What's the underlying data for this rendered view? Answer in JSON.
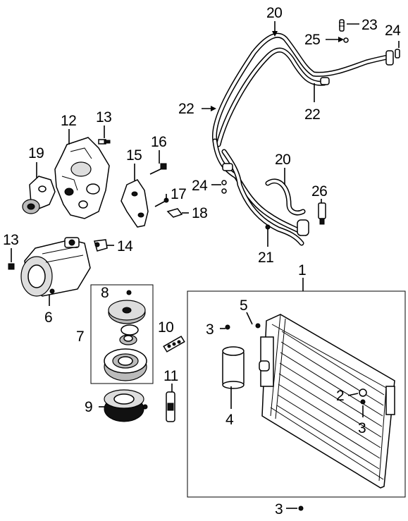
{
  "diagram": {
    "callouts": {
      "c1": "1",
      "c2": "2",
      "c3a": "3",
      "c3b": "3",
      "c3c": "3",
      "c4": "4",
      "c5": "5",
      "c6": "6",
      "c7": "7",
      "c8": "8",
      "c9": "9",
      "c10": "10",
      "c11": "11",
      "c12": "12",
      "c13a": "13",
      "c13b": "13",
      "c14": "14",
      "c15": "15",
      "c16": "16",
      "c17": "17",
      "c18": "18",
      "c19": "19",
      "c20a": "20",
      "c20b": "20",
      "c21": "21",
      "c22a": "22",
      "c22b": "22",
      "c23": "23",
      "c24a": "24",
      "c24b": "24",
      "c25": "25",
      "c26": "26"
    }
  }
}
